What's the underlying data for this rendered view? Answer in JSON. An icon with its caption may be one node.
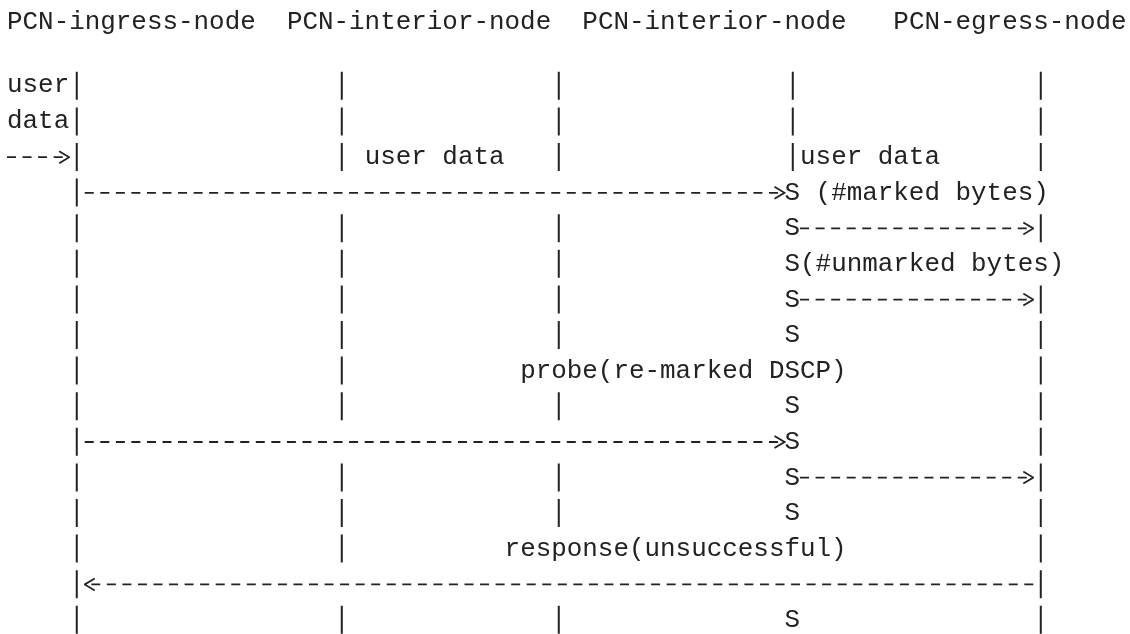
{
  "diagram": {
    "nodes": [
      {
        "text": [
          "PCN-ingress-node"
        ]
      },
      {
        "text": [
          "PCN-interior-node"
        ]
      },
      {
        "text": [
          "PCN-interior-node"
        ]
      },
      {
        "text": [
          "PCN-egress-node"
        ]
      },
      {
        "text": [],
        "shape": "line"
      },
      {
        "text": [],
        "shape": "line"
      },
      {
        "text": [],
        "shape": "line"
      },
      {
        "text": [],
        "shape": "line"
      },
      {
        "text": [],
        "shape": "line"
      },
      {
        "text": [
          "S"
        ]
      },
      {
        "text": [
          "S"
        ]
      },
      {
        "text": [
          "S"
        ]
      },
      {
        "text": [
          "S"
        ]
      },
      {
        "text": [
          "S"
        ]
      },
      {
        "text": [
          "S"
        ]
      },
      {
        "text": [
          "S"
        ]
      },
      {
        "text": [
          "S"
        ]
      },
      {
        "text": [
          "S"
        ]
      },
      {
        "text": [
          "S"
        ]
      }
    ],
    "edges": [
      {
        "from": null,
        "to": 4,
        "arrow": "to",
        "label": "user data"
      },
      {
        "from": 4,
        "to": 9,
        "arrow": "to"
      },
      {
        "from": 10,
        "to": 8,
        "arrow": "to"
      },
      {
        "from": 12,
        "to": 8,
        "arrow": "to"
      },
      {
        "from": 4,
        "to": 15,
        "arrow": "to",
        "label": "probe(re-marked DSCP)"
      },
      {
        "from": 16,
        "to": 8,
        "arrow": "to"
      },
      {
        "from": 8,
        "to": 4,
        "arrow": "to",
        "label": "response(unsuccessful)"
      }
    ],
    "labels": [
      "user data",
      "user data",
      "(#marked bytes)",
      "(#unmarked bytes)"
    ]
  }
}
